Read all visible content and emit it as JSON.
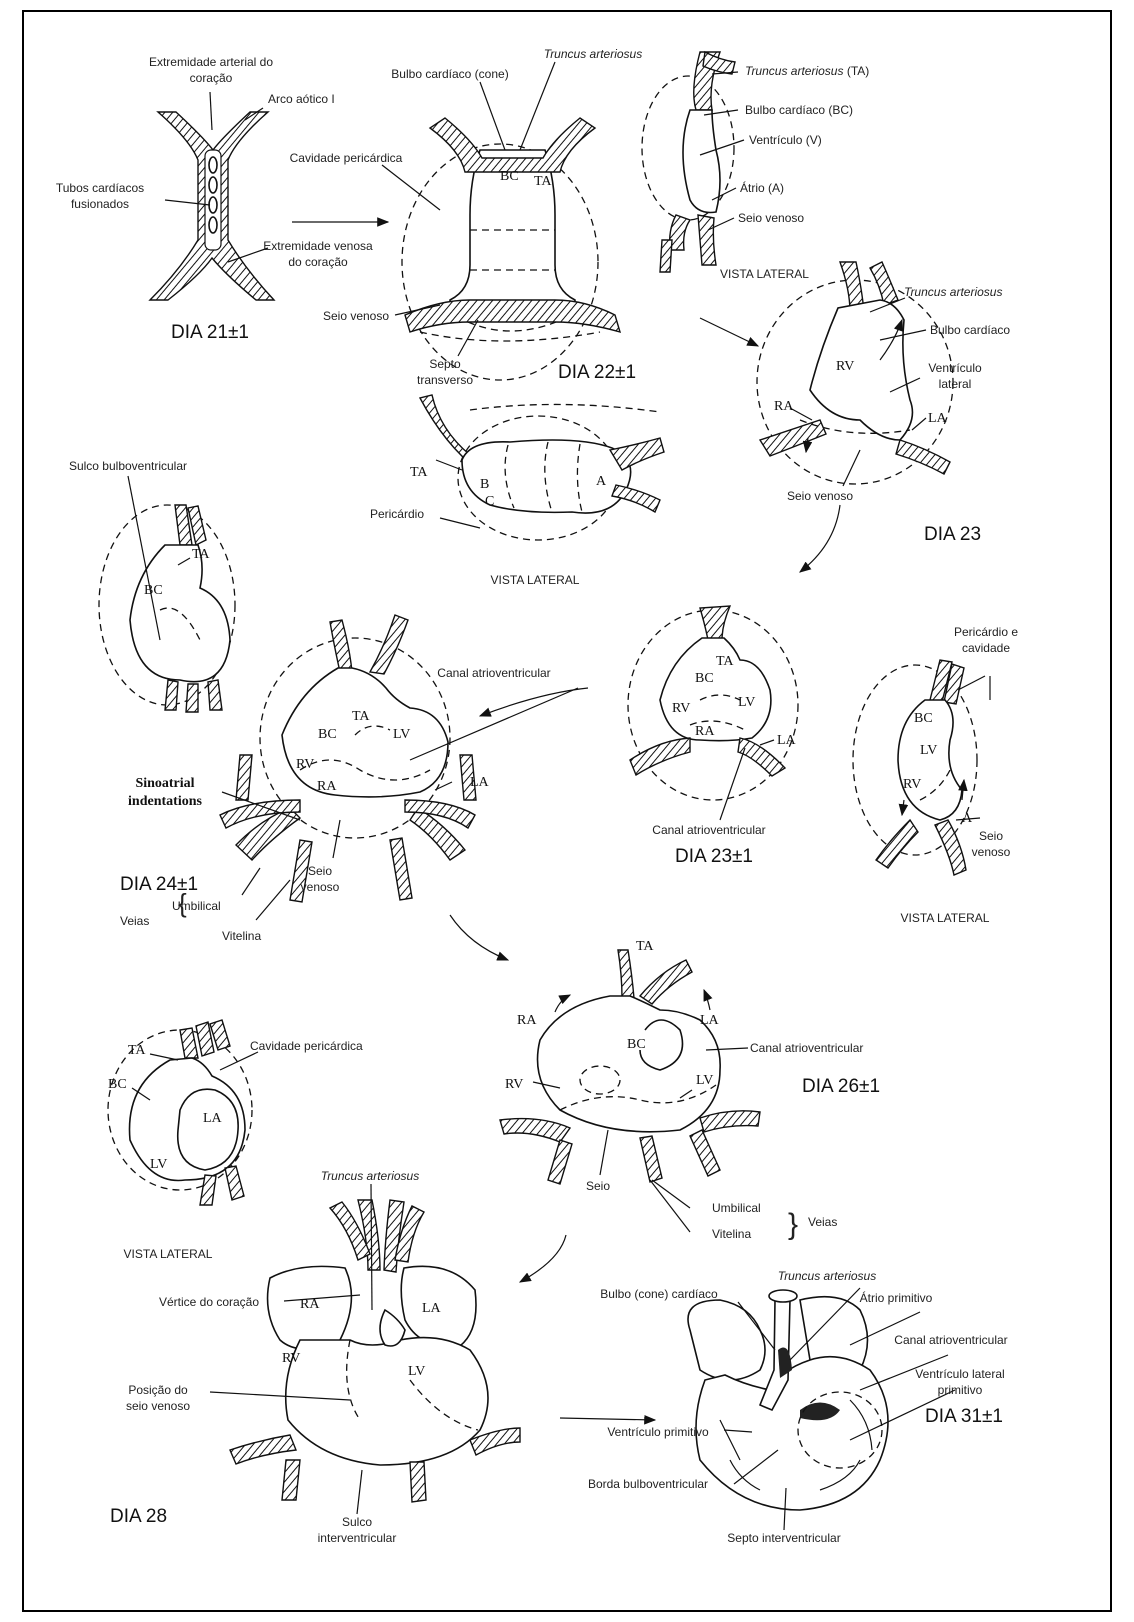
{
  "stages": {
    "d21": {
      "day": "DIA 21±1",
      "labels": {
        "arterial_end": "Extremidade arterial do",
        "arterial_end2": "coração",
        "aortic_arch": "Arco aótico I",
        "tubes": "Tubos cardíacos",
        "tubes2": "fusionados",
        "venous_end": "Extremidade venosa",
        "venous_end2": "do coração"
      }
    },
    "d22": {
      "day": "DIA 22±1",
      "labels": {
        "truncus": "Truncus arteriosus",
        "bulbo": "Bulbo cardíaco  (cone)",
        "cavity": "Cavidade pericárdica",
        "seio": "Seio venoso",
        "septo": "Septo",
        "septo2": "transverso",
        "TA": "TA",
        "BC": "BC"
      }
    },
    "d22_lateral": {
      "caption": "VISTA LATERAL",
      "labels": {
        "TA": "TA",
        "B": "B",
        "C": "C",
        "A": "A",
        "pericardio": "Pericárdio"
      }
    },
    "lateral_top": {
      "caption": "VISTA LATERAL",
      "labels": {
        "truncus": "Truncus arteriosus",
        "truncus_abbr": " (TA)",
        "bulbo": "Bulbo cardíaco  (BC)",
        "ventriculo": "Ventrículo  (V)",
        "atrio": "Átrio (A)",
        "seio": "Seio venoso"
      }
    },
    "d23": {
      "day": "DIA 23",
      "labels": {
        "truncus": "Truncus arteriosus",
        "bulbo": "Bulbo cardíaco",
        "ventriculo": "Ventrículo",
        "ventriculo2": "lateral",
        "RV": "RV",
        "RA": "RA",
        "LA": "LA",
        "seio": "Seio venoso"
      }
    },
    "sulco_fig": {
      "labels": {
        "sulco": "Sulco bulboventricular",
        "TA": "TA",
        "BC": "BC"
      }
    },
    "d23b": {
      "day": "DIA 23±1",
      "labels": {
        "TA": "TA",
        "BC": "BC",
        "RV": "RV",
        "LV": "LV",
        "RA": "RA",
        "LA": "LA",
        "canal": "Canal atrioventricular"
      }
    },
    "lateral_right": {
      "caption": "VISTA LATERAL",
      "labels": {
        "pericardio": "Pericárdio e",
        "pericardio2": "cavidade",
        "BC": "BC",
        "LV": "LV",
        "RV": "RV",
        "A": "A",
        "seio": "Seio",
        "seio2": "venoso"
      }
    },
    "d24": {
      "day": "DIA 24±1",
      "labels": {
        "canal": "Canal atrioventricular",
        "sino1": "Sinoatrial",
        "sino2": "indentations",
        "TA": "TA",
        "BC": "BC",
        "LV": "LV",
        "RV": "RV",
        "RA": "RA",
        "LA": "LA",
        "seio": "Seio",
        "seio2": "venoso",
        "veias": "Veias",
        "umbilical": "Umbilical",
        "vitelina": "Vitelina"
      }
    },
    "d26": {
      "day": "DIA 26±1",
      "labels": {
        "TA": "TA",
        "BC": "BC",
        "RA": "RA",
        "LA": "LA",
        "RV": "RV",
        "LV": "LV",
        "canal": "Canal atrioventricular",
        "seio": "Seio",
        "umbilical": "Umbilical",
        "vitelina": "Vitelina",
        "veias": "Veias"
      }
    },
    "lateral_left": {
      "caption": "VISTA LATERAL",
      "labels": {
        "TA": "TA",
        "BC": "BC",
        "LA": "LA",
        "LV": "LV",
        "cavity": "Cavidade pericárdica"
      }
    },
    "d28": {
      "day": "DIA 28",
      "labels": {
        "truncus": "Truncus arteriosus",
        "RA": "RA",
        "LA": "LA",
        "RV": "RV",
        "LV": "LV",
        "vertice": "Vértice do coração",
        "posicao": "Posição do",
        "posicao2": "seio venoso",
        "sulco": "Sulco",
        "sulco2": "interventricular"
      }
    },
    "d31": {
      "day": "DIA 31±1",
      "labels": {
        "truncus": "Truncus arteriosus",
        "bulbo": "Bulbo (cone) cardíaco",
        "atrio": "Átrio primitivo",
        "canal": "Canal atrioventricular",
        "vlat": "Ventrículo lateral",
        "vlat2": "primitivo",
        "vprim": "Ventrículo primitivo",
        "borda": "Borda bulboventricular",
        "septo": "Septo interventricular"
      }
    }
  }
}
